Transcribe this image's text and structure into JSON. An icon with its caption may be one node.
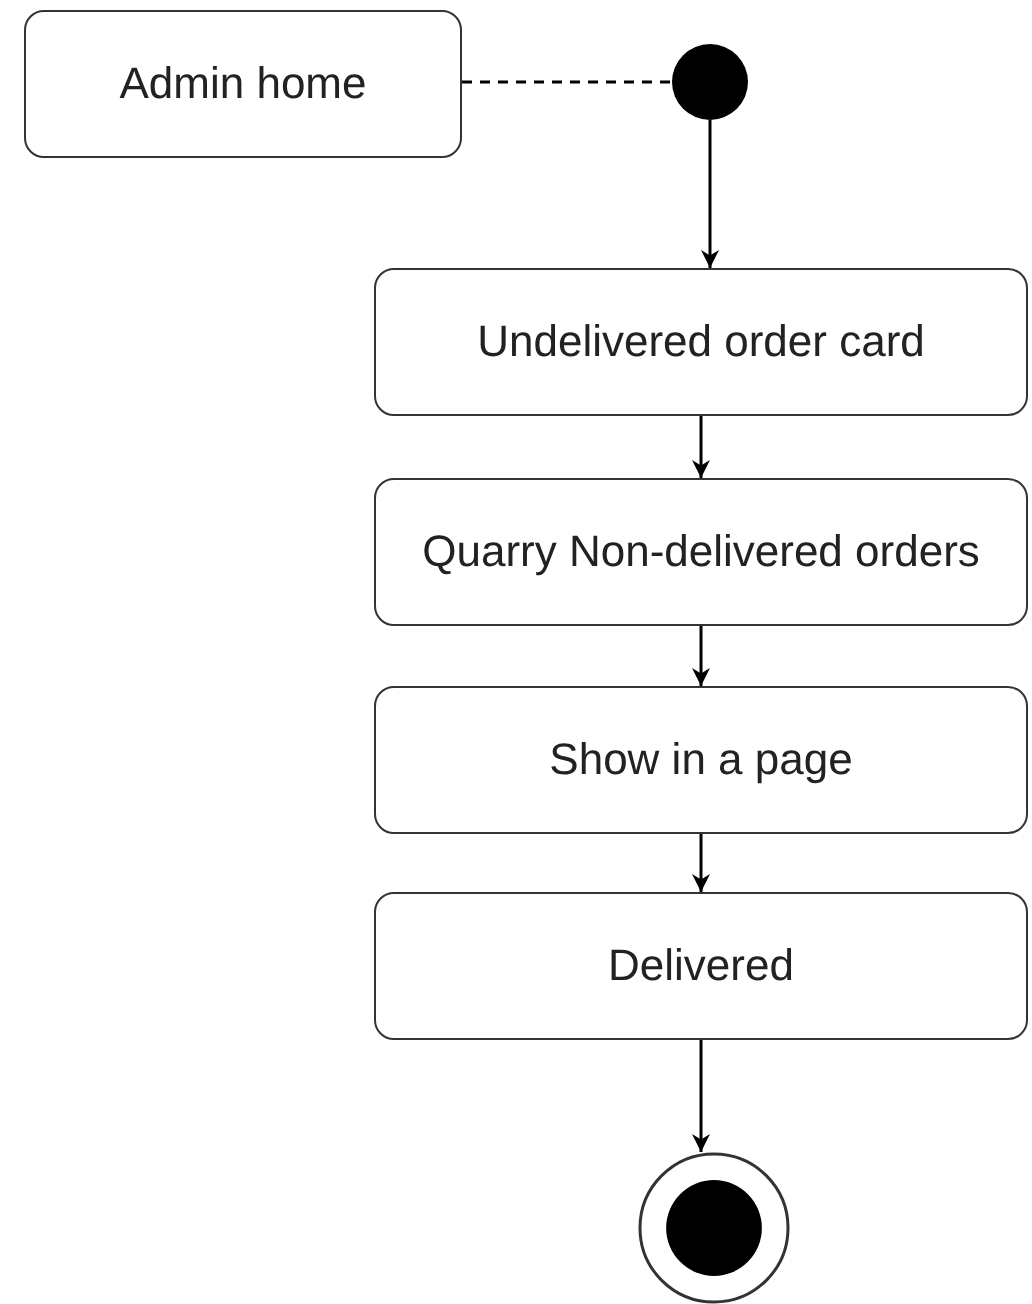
{
  "diagram": {
    "nodes": [
      {
        "text": [
          "Admin home"
        ]
      },
      {
        "text": [],
        "shape": "circle"
      },
      {
        "text": [
          "Undelivered order card"
        ]
      },
      {
        "text": [
          "Quarry Non-delivered orders"
        ]
      },
      {
        "text": [
          "Show in a page"
        ]
      },
      {
        "text": [
          "Delivered"
        ]
      },
      {
        "text": [],
        "shape": "bullseye"
      }
    ],
    "edges": [
      {
        "from": 0,
        "to": 1,
        "arrow": "none",
        "style": "dashed"
      },
      {
        "from": 1,
        "to": 2,
        "arrow": "to"
      },
      {
        "from": 2,
        "to": 3,
        "arrow": "to"
      },
      {
        "from": 3,
        "to": 4,
        "arrow": "to"
      },
      {
        "from": 4,
        "to": 5,
        "arrow": "to"
      },
      {
        "from": 5,
        "to": 6,
        "arrow": "to"
      }
    ]
  }
}
